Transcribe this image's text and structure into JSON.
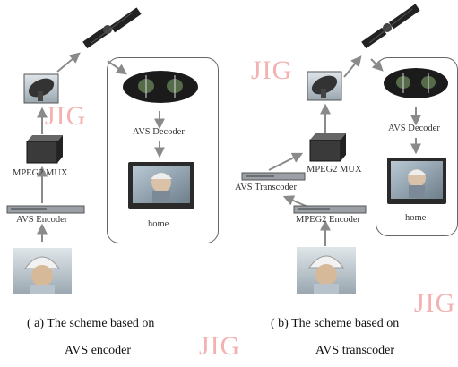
{
  "left": {
    "labels": {
      "decoder": "AVS Decoder",
      "home": "home",
      "mux": "MPEG2 MUX",
      "encoder": "AVS Encoder"
    },
    "caption": {
      "line1": "( a)  The scheme based on",
      "line2": "AVS encoder"
    }
  },
  "right": {
    "labels": {
      "decoder": "AVS Decoder",
      "home": "home",
      "mux": "MPEG2 MUX",
      "transcoder": "AVS Transcoder",
      "mpeg2_encoder": "MPEG2 Encoder"
    },
    "caption": {
      "line1": "( b)  The scheme based on",
      "line2": "AVS transcoder"
    }
  },
  "watermark": "JIG",
  "colors": {
    "arrow": "#8a8a8a",
    "watermark": "#f2a5a5"
  }
}
